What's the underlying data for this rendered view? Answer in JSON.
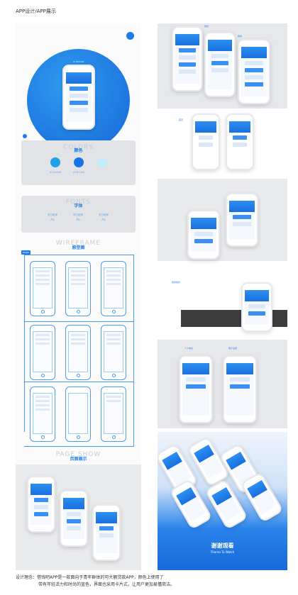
{
  "page": {
    "header": "APP设计/APP展示"
  },
  "hero": {
    "small_label": "UI DESIGN",
    "title": "借钱吧 APP"
  },
  "colors": {
    "ghost": "COLORS",
    "title": "颜色",
    "swatches": [
      {
        "hex": "#22a0e6",
        "label": "#22a0e6"
      },
      {
        "hex": "#1873e4",
        "label": "#1873e4"
      },
      {
        "hex": "#c3ebff",
        "label": "#c3ebff"
      }
    ]
  },
  "fonts": {
    "ghost": "FONTS",
    "title": "字体",
    "items": [
      {
        "name": "苹方粗体",
        "sample": "Aa"
      },
      {
        "name": "苹方细体",
        "sample": "Aa"
      },
      {
        "name": "苹方细体",
        "sample": "Aa"
      }
    ]
  },
  "wireframe": {
    "ghost": "WIREFRAME",
    "title": "原型图",
    "start": "START"
  },
  "pages": {
    "ghost": "PAGE SHOW",
    "title": "页面展示"
  },
  "right_labels": {
    "a": "借款",
    "b": "我的",
    "c": "首页",
    "d": "我的借款",
    "e": "个人信息",
    "f": "账户设置"
  },
  "thanks": {
    "title": "谢谢观看",
    "subtitle": "Thanks To Watch"
  },
  "footer": {
    "line1": "设计理念：借钱吧APP是一款面向于青年群体的可大额贷款APP，颜色上使用了",
    "line2": "带有年轻活力和时尚的蓝色，界面也采用卡片式，让用户更加易懂简洁。"
  }
}
